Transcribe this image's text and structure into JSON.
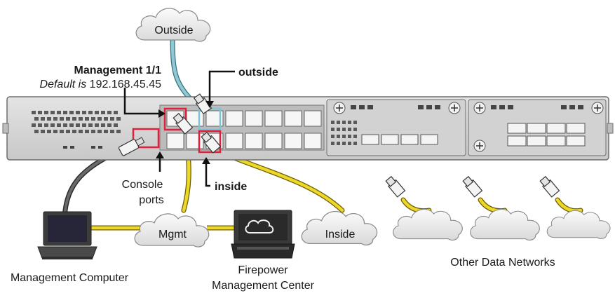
{
  "labels": {
    "outside_cloud": "Outside",
    "outside_port": "outside",
    "mgmt_title": "Management 1/1",
    "mgmt_default_prefix": "Default is",
    "mgmt_default_ip": "192.168.45.45",
    "console_line1": "Console",
    "console_line2": "ports",
    "inside_port": "inside",
    "mgmt_cloud": "Mgmt",
    "inside_cloud": "Inside",
    "mgmt_computer": "Management Computer",
    "fmc_line1": "Firepower",
    "fmc_line2": "Management Center",
    "other_networks": "Other Data Networks"
  },
  "colors": {
    "chassis": "#d6d6d6",
    "chassis_edge": "#6e6e6e",
    "highlight": "#e0203a",
    "outside_cable": "#8fc9d6",
    "data_cable": "#e8d324",
    "console_cable": "#555555",
    "cloud_fill": "#e8e8e8"
  }
}
